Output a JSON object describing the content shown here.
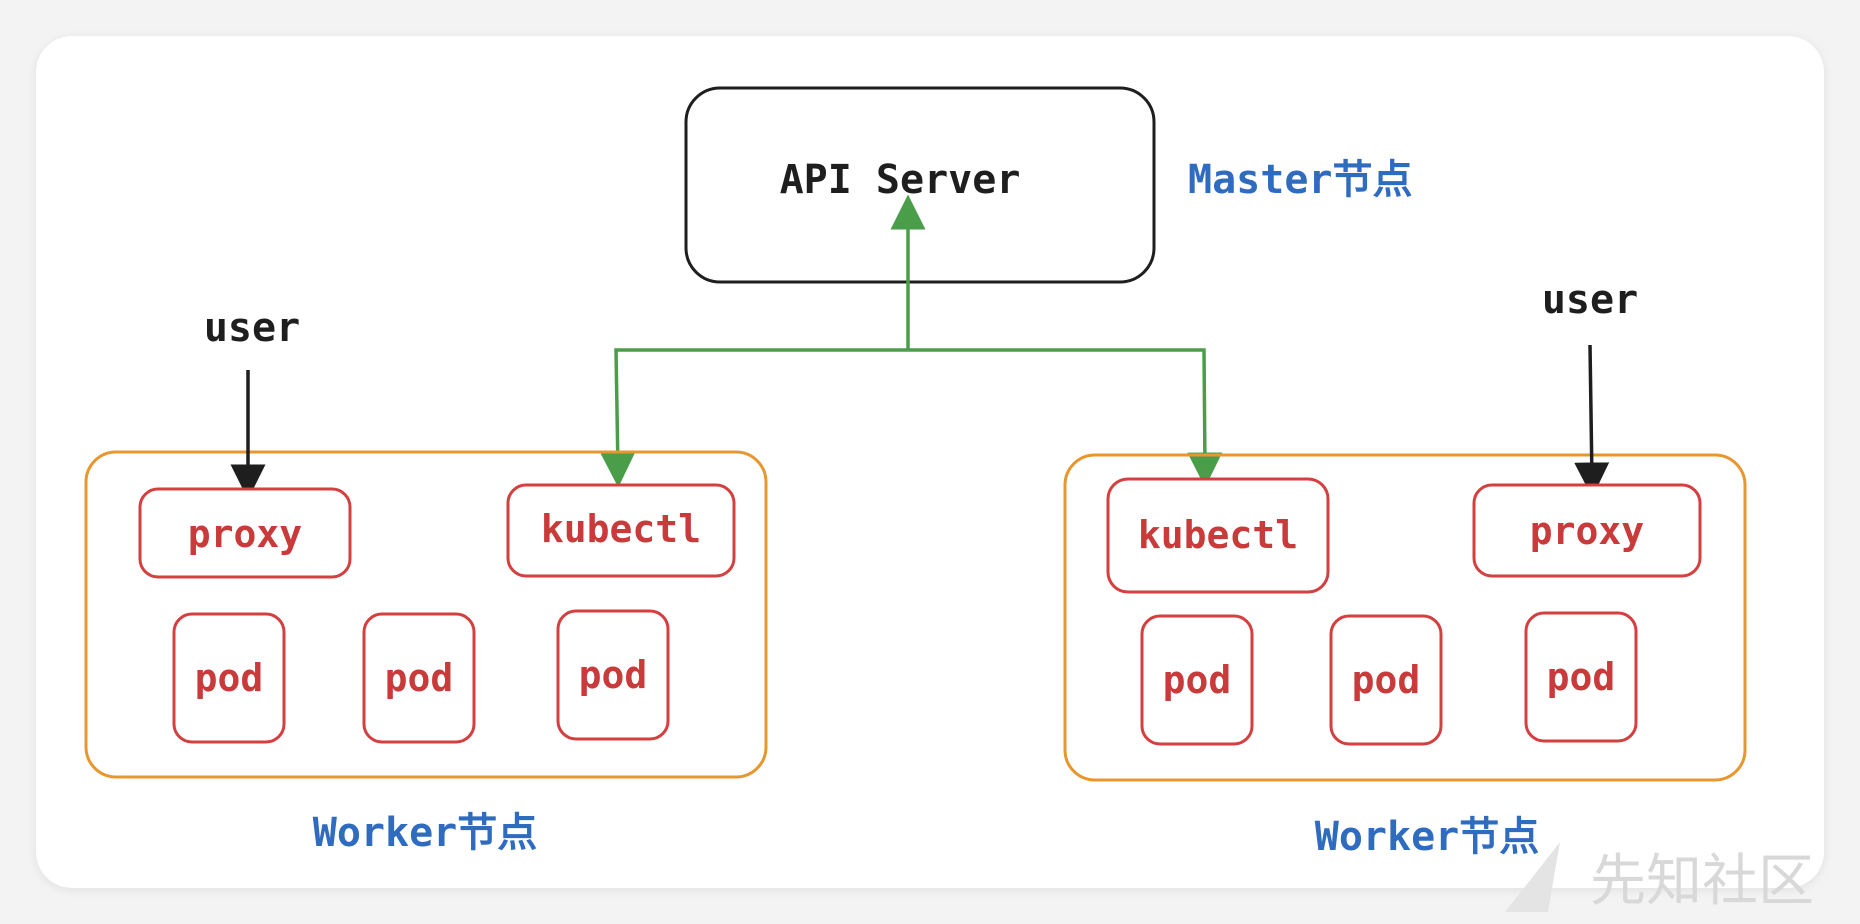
{
  "master": {
    "api_server_label": "API Server",
    "node_label": "Master节点"
  },
  "workers": [
    {
      "node_label": "Worker节点",
      "user_label": "user",
      "proxy_label": "proxy",
      "kubectl_label": "kubectl",
      "pods": [
        "pod",
        "pod",
        "pod"
      ]
    },
    {
      "node_label": "Worker节点",
      "user_label": "user",
      "proxy_label": "proxy",
      "kubectl_label": "kubectl",
      "pods": [
        "pod",
        "pod",
        "pod"
      ]
    }
  ],
  "watermark": "先知社区",
  "colors": {
    "master_stroke": "#1e1e1e",
    "worker_stroke": "#e8962e",
    "component_stroke": "#d43f3f",
    "component_text": "#c93a3a",
    "connector": "#4a9e4a",
    "node_label": "#2f6cc0",
    "user_arrow": "#1e1e1e"
  }
}
